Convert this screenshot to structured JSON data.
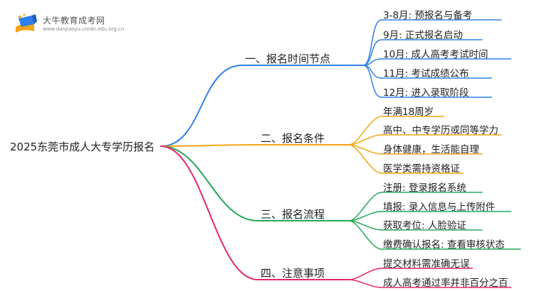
{
  "logo": {
    "title": "大牛教育成考网",
    "url": "www.danjiaoyu.cn/dn.edu.org.cn"
  },
  "root": {
    "label": "2025东莞市成人大专学历报名"
  },
  "branches": [
    {
      "label": "一、报名时间节点",
      "color": "#2f80ed",
      "leaves": [
        "3-8月: 预报名与备考",
        "9月: 正式报名启动",
        "10月: 成人高考考试时间",
        "11月: 考试成绩公布",
        "12月: 进入录取阶段"
      ]
    },
    {
      "label": "二、报名条件",
      "color": "#f2a516",
      "leaves": [
        "年满18周岁",
        "高中、中专学历或同等学力",
        "身体健康，生活能自理",
        "医学类需持资格证"
      ]
    },
    {
      "label": "三、报名流程",
      "color": "#24a85a",
      "leaves": [
        "注册: 登录报名系统",
        "填报: 录入信息与上传附件",
        "获取考位: 人脸验证",
        "缴费确认报名: 查看审核状态"
      ]
    },
    {
      "label": "四、注意事项",
      "color": "#e8236e",
      "leaves": [
        "提交材料需准确无误",
        "成人高考通过率并非百分之百"
      ]
    }
  ]
}
